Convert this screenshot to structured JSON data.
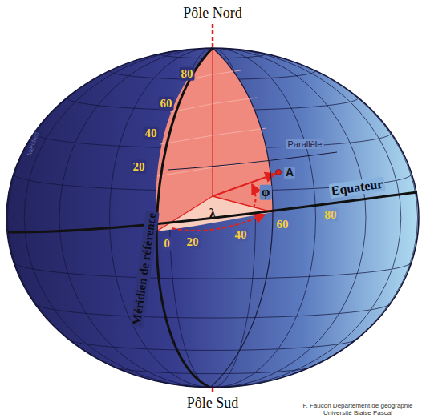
{
  "diagram": {
    "labels": [
      "Pôle Nord",
      "80",
      "60",
      "40",
      "20",
      "Méridien",
      "Méridien de référence",
      "Parallèle",
      "A",
      "φ",
      "λ",
      "Equateur",
      "0",
      "20",
      "40",
      "60",
      "80",
      "Pôle Sud",
      "F. Faucon Département de géographie",
      "Université Blaise Pascal"
    ]
  }
}
